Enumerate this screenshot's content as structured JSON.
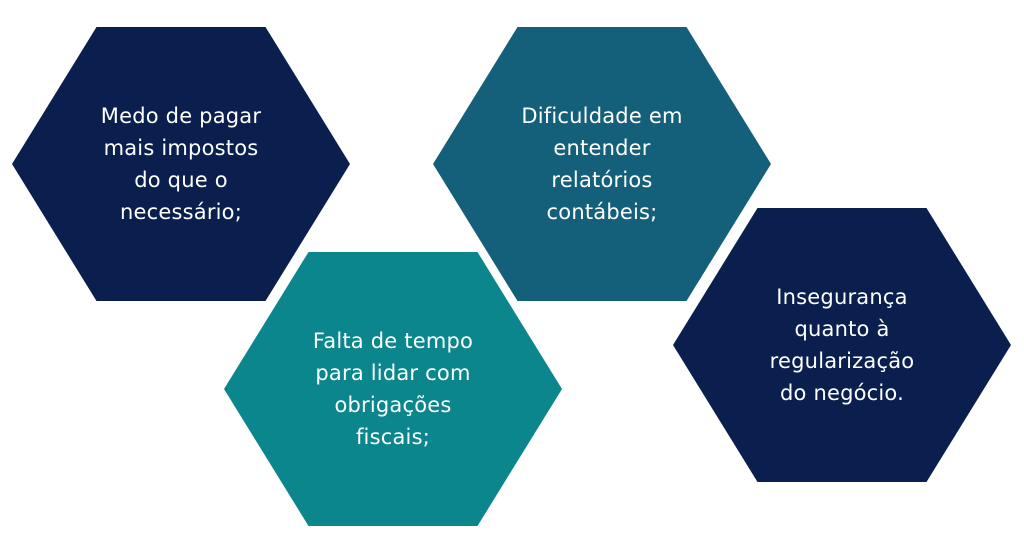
{
  "diagram": {
    "hexagons": [
      {
        "text": "Medo de pagar\nmais impostos\ndo que o\nnecessário;",
        "color": "#0b1f4f"
      },
      {
        "text": "Dificuldade em\nentender\nrelatórios\ncontábeis;",
        "color": "#14607a"
      },
      {
        "text": "Falta de tempo\npara lidar com\nobrigações\nfiscais;",
        "color": "#0b868c"
      },
      {
        "text": "Insegurança\nquanto à\nregularização\ndo negócio.",
        "color": "#0b1f4f"
      }
    ]
  }
}
